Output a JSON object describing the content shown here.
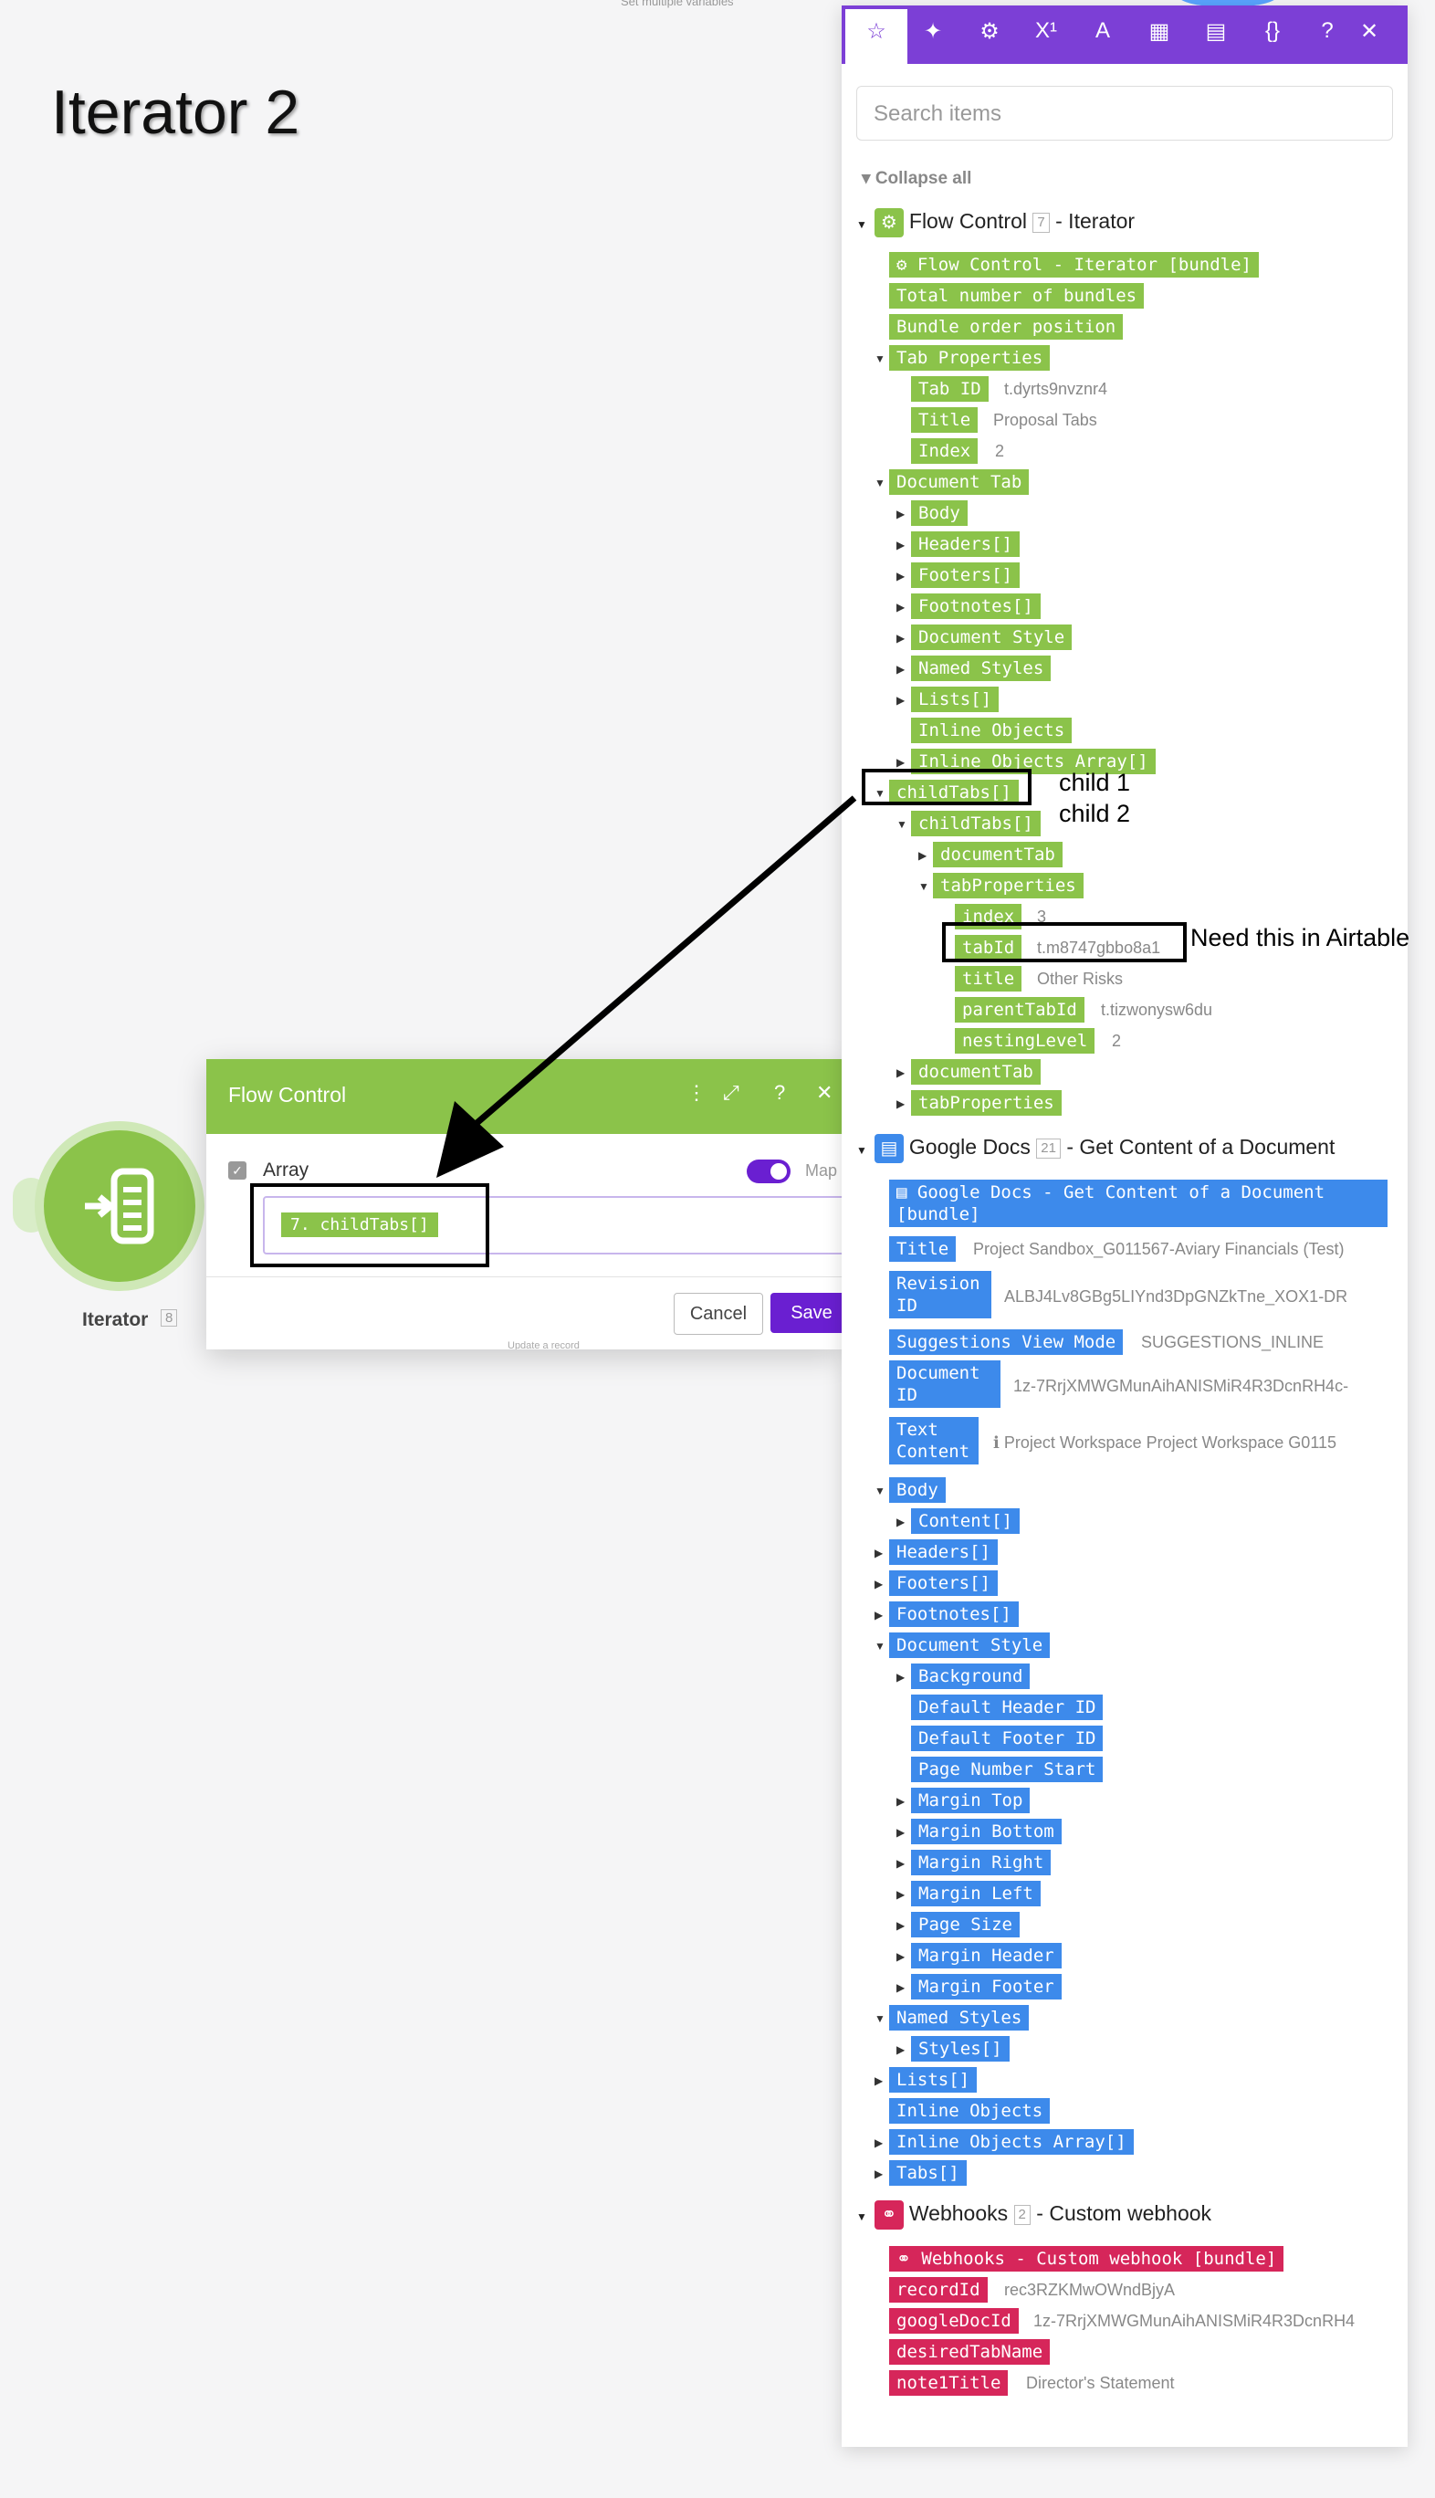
{
  "canvas": {
    "title": "Iterator 2",
    "top_faint": "Set multiple variables",
    "node_label": "Iterator",
    "node_badge": "8"
  },
  "dialog": {
    "title": "Flow Control",
    "array_label": "Array",
    "map_label": "Map",
    "array_value": "7. childTabs[]",
    "cancel": "Cancel",
    "save": "Save",
    "faint": "Update a record"
  },
  "panel": {
    "search_placeholder": "Search items",
    "collapse_all": "Collapse all",
    "tabs": [
      "star-icon",
      "sparkle-icon",
      "gear-icon",
      "superscript-icon",
      "text-icon",
      "calendar-icon",
      "table-icon",
      "braces-icon",
      "help-icon",
      "close-icon"
    ],
    "flow": {
      "name": "Flow Control",
      "badge": "7",
      "sub": "- Iterator",
      "bundle": "Flow Control - Iterator [bundle]",
      "total": "Total number of bundles",
      "bundle_pos": "Bundle order position",
      "tab_props": "Tab Properties",
      "tab_id": "Tab ID",
      "tab_id_val": "t.dyrts9nvznr4",
      "title": "Title",
      "title_val": "Proposal Tabs",
      "index": "Index",
      "index_val": "2",
      "doc_tab": "Document Tab",
      "body": "Body",
      "headers": "Headers[]",
      "footers": "Footers[]",
      "footnotes": "Footnotes[]",
      "doc_style": "Document Style",
      "named_styles": "Named Styles",
      "lists": "Lists[]",
      "inline_objects": "Inline Objects",
      "inline_objects_array": "Inline Objects Array[]",
      "child1": "childTabs[]",
      "child2": "childTabs[]",
      "documentTab": "documentTab",
      "tabProperties": "tabProperties",
      "c_index": "index",
      "c_index_val": "3",
      "c_tabId": "tabId",
      "c_tabId_val": "t.m8747gbbo8a1",
      "c_title": "title",
      "c_title_val": "Other Risks",
      "c_parent": "parentTabId",
      "c_parent_val": "t.tizwonysw6du",
      "c_nesting": "nestingLevel",
      "c_nesting_val": "2",
      "documentTab2": "documentTab",
      "tabProperties2": "tabProperties"
    },
    "gdocs": {
      "name": "Google Docs",
      "badge": "21",
      "sub": "- Get Content of a Document",
      "bundle": "Google Docs - Get Content of a Document [bundle]",
      "title": "Title",
      "title_val": "Project Sandbox_G011567-Aviary Financials (Test)",
      "revision": "Revision ID",
      "revision_val": "ALBJ4Lv8GBg5LIYnd3DpGNZkTne_XOX1-DR",
      "svm": "Suggestions View Mode",
      "svm_val": "SUGGESTIONS_INLINE",
      "docid": "Document ID",
      "docid_val": "1z-7RrjXMWGMunAihANISMiR4R3DcnRH4c-",
      "text": "Text Content",
      "text_val": "Project Workspace Project Workspace G0115",
      "body": "Body",
      "content": "Content[]",
      "headers": "Headers[]",
      "footers": "Footers[]",
      "footnotes": "Footnotes[]",
      "doc_style": "Document Style",
      "background": "Background",
      "def_header": "Default Header ID",
      "def_footer": "Default Footer ID",
      "page_num": "Page Number Start",
      "m_top": "Margin Top",
      "m_bottom": "Margin Bottom",
      "m_right": "Margin Right",
      "m_left": "Margin Left",
      "page_size": "Page Size",
      "m_header": "Margin Header",
      "m_footer": "Margin Footer",
      "named_styles": "Named Styles",
      "styles": "Styles[]",
      "lists": "Lists[]",
      "inline_objects": "Inline Objects",
      "inline_objects_array": "Inline Objects Array[]",
      "tabs": "Tabs[]"
    },
    "webhooks": {
      "name": "Webhooks",
      "badge": "2",
      "sub": "- Custom webhook",
      "bundle": "Webhooks - Custom webhook [bundle]",
      "recordId": "recordId",
      "recordId_val": "rec3RZKMwOWndBjyA",
      "googleDocId": "googleDocId",
      "googleDocId_val": "1z-7RrjXMWGMunAihANISMiR4R3DcnRH4",
      "desiredTabName": "desiredTabName",
      "note1Title": "note1Title",
      "note1Title_val": "Director's Statement"
    }
  },
  "annotations": {
    "child1": "child 1",
    "child2": "child 2",
    "need": "Need this in Airtable"
  },
  "colors": {
    "flow_green": "#8bc34a",
    "gdocs_blue": "#3d8aeb",
    "webhook_red": "#d6265a",
    "toolbar_purple": "#7c3fd6",
    "save_purple": "#6a1fd1"
  }
}
